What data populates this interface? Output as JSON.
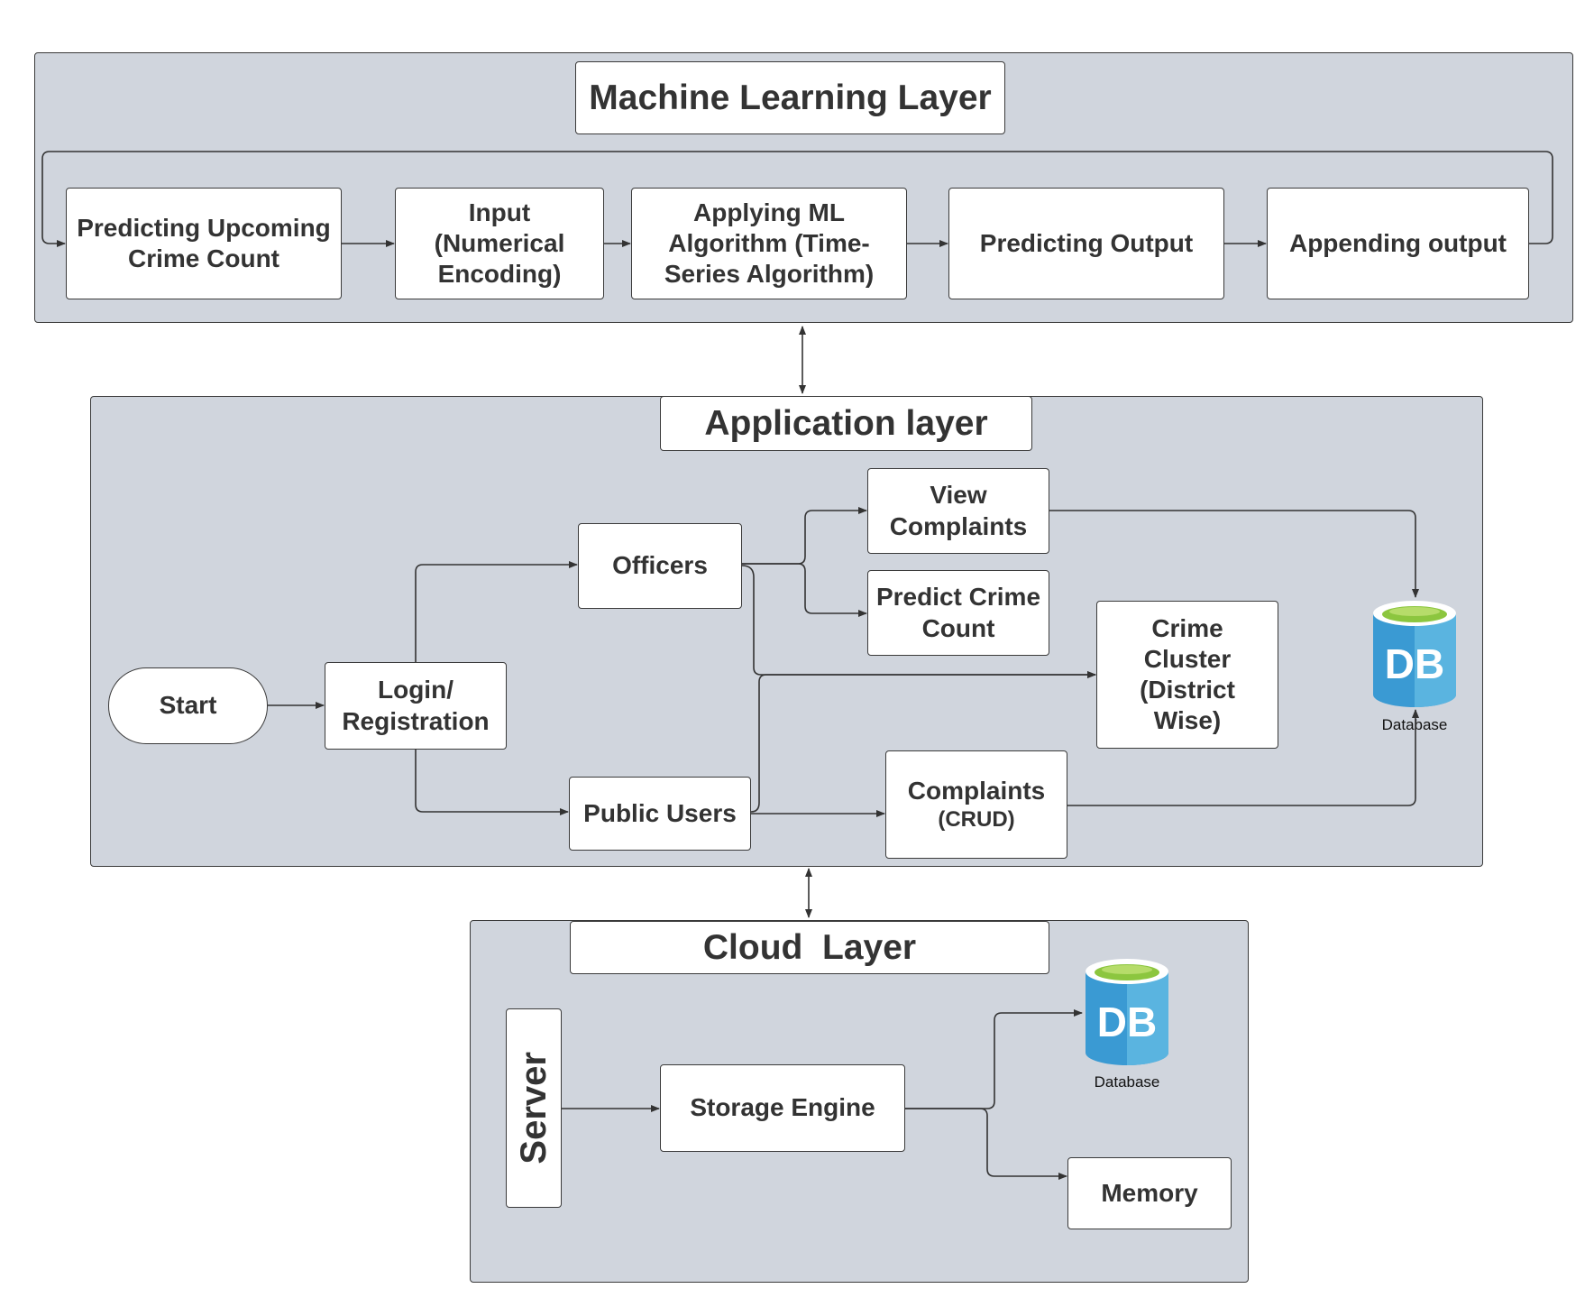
{
  "ml_layer": {
    "title": "Machine Learning Layer",
    "steps": [
      "Predicting Upcoming Crime Count",
      "Input (Numerical Encoding)",
      "Applying ML Algorithm (Time-Series Algorithm)",
      "Predicting Output",
      "Appending output"
    ]
  },
  "app_layer": {
    "title": "Application layer",
    "start": "Start",
    "login": "Login/ Registration",
    "officers": "Officers",
    "public_users": "Public Users",
    "view_complaints": "View Complaints",
    "predict_crime_count": "Predict Crime Count",
    "crime_cluster": "Crime Cluster (District Wise)",
    "complaints": "Complaints",
    "complaints_sub": "(CRUD)",
    "database_label": "Database",
    "db_icon_text": "DB"
  },
  "cloud_layer": {
    "title": "Cloud  Layer",
    "server": "Server",
    "storage_engine": "Storage Engine",
    "memory": "Memory",
    "database_label": "Database",
    "db_icon_text": "DB"
  },
  "colors": {
    "layer_fill": "#d0d5dd",
    "db_blue": "#3a9ad3",
    "db_top": "#8cc63f"
  }
}
